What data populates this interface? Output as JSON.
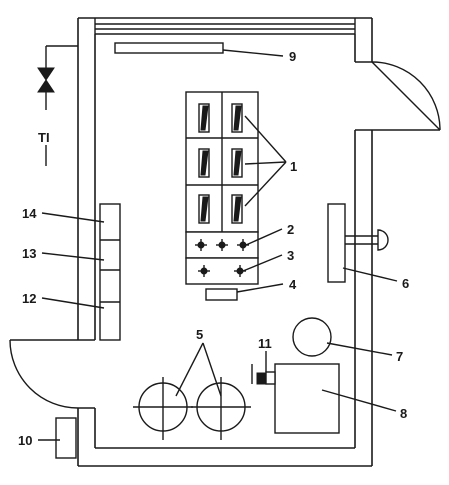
{
  "diagram": {
    "labels": {
      "l1": "1",
      "l2": "2",
      "l3": "3",
      "l4": "4",
      "l5": "5",
      "l6": "6",
      "l7": "7",
      "l8": "8",
      "l9": "9",
      "l10": "10",
      "l11": "11",
      "l12": "12",
      "l13": "13",
      "l14": "14"
    },
    "pipe_tag": "TI"
  }
}
